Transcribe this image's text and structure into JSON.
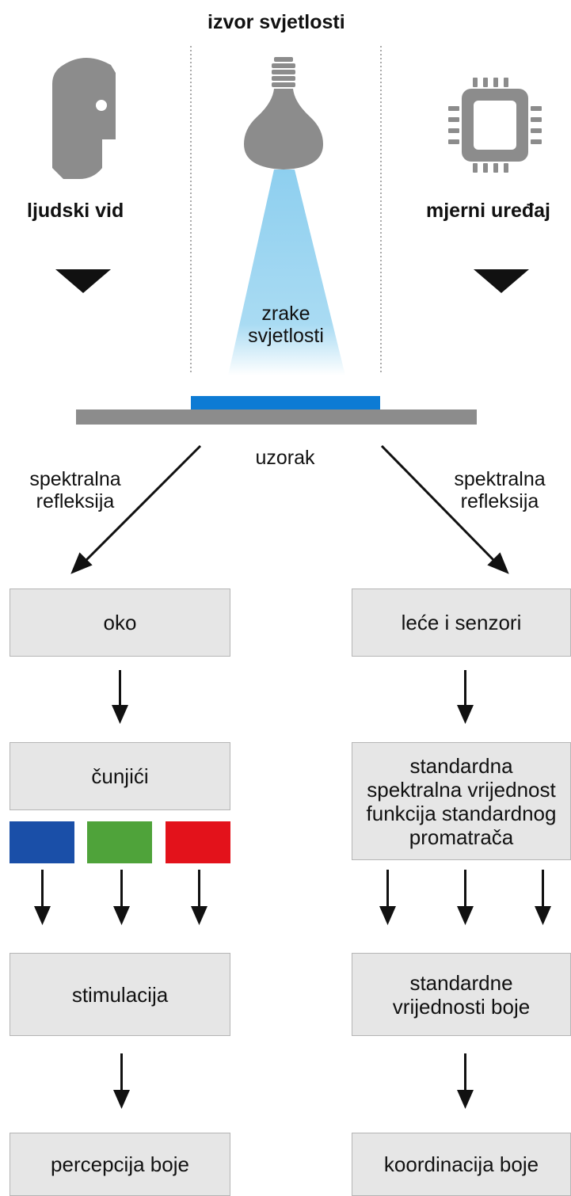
{
  "header": {
    "light_source": "izvor svjetlosti"
  },
  "left_column": {
    "title": "ljudski vid",
    "reflection_label": "spektralna\nrefleksija",
    "boxes": [
      "oko",
      "čunjići",
      "stimulacija",
      "percepcija boje"
    ]
  },
  "right_column": {
    "title": "mjerni uređaj",
    "reflection_label": "spektralna\nrefleksija",
    "boxes": [
      "leće i senzori",
      "standardna\nspektralna vrijednost\nfunkcija standardnog\npromatrača",
      "standardne\nvrijednosti boje",
      "koordinacija boje"
    ]
  },
  "center": {
    "rays_label": "zrake\nsvjetlosti",
    "sample_label": "uzorak"
  },
  "cone_colors": {
    "blue": "#1a4fa8",
    "green": "#4fa33a",
    "red": "#e3121b"
  },
  "colors": {
    "icon_gray": "#8c8c8c",
    "box_fill": "#e6e6e6",
    "sample_blue": "#0d7bd4",
    "beam_blue": "#8ecfef"
  }
}
